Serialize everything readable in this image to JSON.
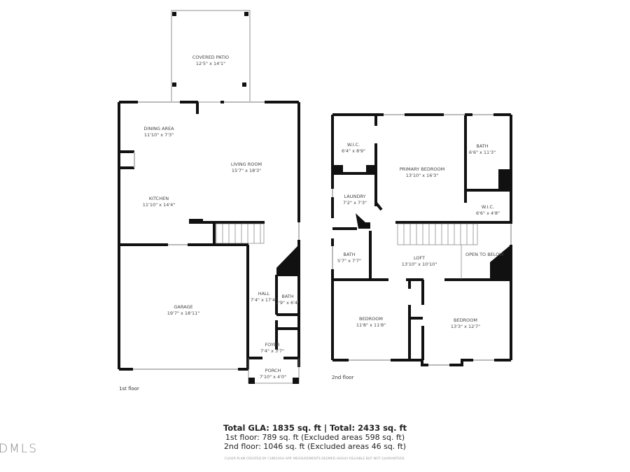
{
  "first_floor": {
    "label": "1st floor",
    "rooms": [
      {
        "name": "COVERED PATIO",
        "dims": "12'5\" x 14'1\""
      },
      {
        "name": "DINING AREA",
        "dims": "11'10\" x 7'3\""
      },
      {
        "name": "LIVING ROOM",
        "dims": "15'7\" x 18'3\""
      },
      {
        "name": "KITCHEN",
        "dims": "11'10\" x 14'4\""
      },
      {
        "name": "GARAGE",
        "dims": "19'7\" x 18'11\""
      },
      {
        "name": "HALL",
        "dims": "7'4\" x 17'4\""
      },
      {
        "name": "BATH",
        "dims": "2'9\" x 6'4\""
      },
      {
        "name": "FOYER",
        "dims": "7'4\" x 3'7\""
      },
      {
        "name": "PORCH",
        "dims": "7'10\" x 4'0\""
      }
    ]
  },
  "second_floor": {
    "label": "2nd floor",
    "rooms": [
      {
        "name": "W.I.C.",
        "dims": "6'4\" x 8'9\""
      },
      {
        "name": "PRIMARY BEDROOM",
        "dims": "13'10\" x 16'3\""
      },
      {
        "name": "BATH",
        "dims": "6'6\" x 11'3\""
      },
      {
        "name": "LAUNDRY",
        "dims": "7'2\" x 7'3\""
      },
      {
        "name": "W.I.C.",
        "dims": "6'6\" x 4'8\""
      },
      {
        "name": "BATH",
        "dims": "5'7\" x 7'7\""
      },
      {
        "name": "LOFT",
        "dims": "13'10\" x 10'10\""
      },
      {
        "name": "OPEN TO BELOW",
        "dims": ""
      },
      {
        "name": "BEDROOM",
        "dims": "11'8\" x 11'8\""
      },
      {
        "name": "BEDROOM",
        "dims": "13'3\" x 12'7\""
      }
    ]
  },
  "summary": {
    "total": "Total GLA: 1835 sq. ft | Total: 2433 sq. ft",
    "first": "1st floor: 789 sq. ft (Excluded areas 598 sq. ft)",
    "second": "2nd floor: 1046 sq. ft (Excluded areas 46 sq. ft)",
    "disclaimer": "FLOOR PLAN CREATED BY CUBICASA APP. MEASUREMENTS DEEMED HIGHLY RELIABLE BUT NOT GUARANTEED."
  },
  "watermark": "DMLS",
  "colors": {
    "wall": "#111111",
    "window": "#bbbbbb"
  }
}
